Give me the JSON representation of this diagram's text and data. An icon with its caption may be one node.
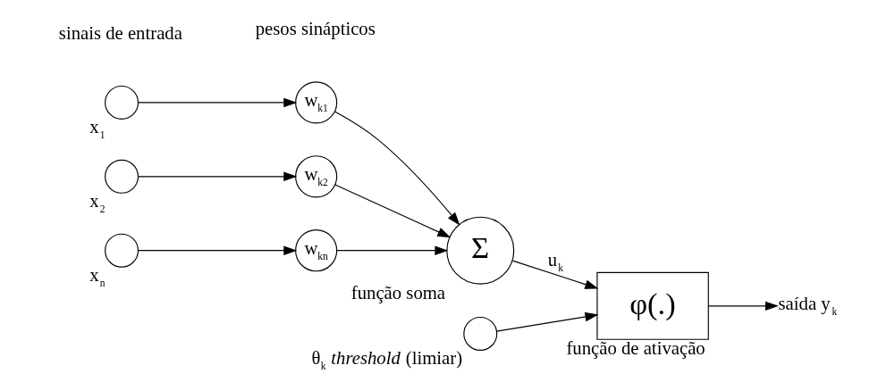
{
  "diagram": {
    "nodes": [
      {
        "text": [],
        "shape": "circle",
        "beside": [
          "x$_{1}$"
        ]
      },
      {
        "text": [
          "w$_{k1}$"
        ]
      },
      {
        "text": [],
        "shape": "circle",
        "beside": [
          "x$_{2}$"
        ]
      },
      {
        "text": [
          "w$_{k2}$"
        ]
      },
      {
        "text": [],
        "shape": "circle",
        "beside": [
          "x$_{n}$"
        ]
      },
      {
        "text": [
          "w$_{kn}$"
        ]
      },
      {
        "text": [
          "Σ"
        ],
        "beside": [
          "função soma"
        ]
      },
      {
        "text": [
          "φ(.)"
        ],
        "beside": [
          "função de ativação"
        ]
      },
      {
        "text": [],
        "shape": "circle",
        "beside": [
          "θ$_{k}$ *threshold* (limiar)"
        ]
      },
      {
        "text": [
          "saída y$_{k}$"
        ]
      }
    ],
    "edges": [
      {
        "from": 0,
        "to": 1,
        "arrow": "to"
      },
      {
        "from": 2,
        "to": 3,
        "arrow": "to"
      },
      {
        "from": 4,
        "to": 5,
        "arrow": "to"
      },
      {
        "from": 1,
        "to": 6,
        "arrow": "to"
      },
      {
        "from": 3,
        "to": 6,
        "arrow": "to"
      },
      {
        "from": 5,
        "to": 6,
        "arrow": "to"
      },
      {
        "from": 6,
        "to": 7,
        "label": "u$_{k}$",
        "arrow": "to"
      },
      {
        "from": 7,
        "to": 9,
        "arrow": "to"
      },
      {
        "from": 8,
        "to": 7,
        "arrow": "to"
      }
    ],
    "labels": [
      "sinais de entrada",
      "pesos sinápticos"
    ]
  }
}
